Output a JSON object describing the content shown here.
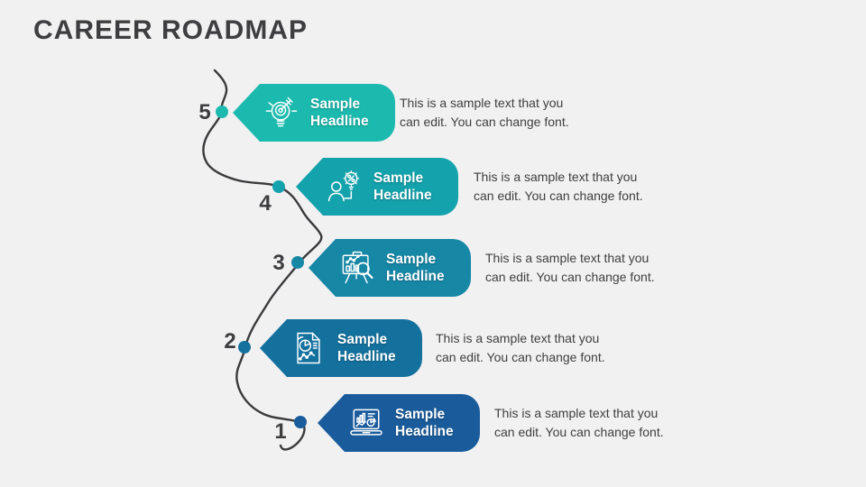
{
  "slide": {
    "title": "CAREER ROADMAP",
    "background_color": "#F1F1F2",
    "title_color": "#3E3E40",
    "curve_color": "#3A3A3C"
  },
  "steps": [
    {
      "number": "1",
      "icon": "laptop-analytics-icon",
      "color": "#1A5C9B",
      "headline": [
        "Sample",
        "Headline"
      ],
      "description": [
        "This is a sample text that you",
        "can edit. You can change font."
      ]
    },
    {
      "number": "2",
      "icon": "report-pie-chart-document-icon",
      "color": "#14719E",
      "headline": [
        "Sample",
        "Headline"
      ],
      "description": [
        "This is a sample text that you",
        "can edit. You can change font."
      ]
    },
    {
      "number": "3",
      "icon": "presentation-chart-magnifier-icon",
      "color": "#1787A6",
      "headline": [
        "Sample",
        "Headline"
      ],
      "description": [
        "This is a sample text that you",
        "can edit. You can change font."
      ]
    },
    {
      "number": "4",
      "icon": "person-idea-gear-bulb-icon",
      "color": "#14A2AC",
      "headline": [
        "Sample",
        "Headline"
      ],
      "description": [
        "This is a sample text that you",
        "can edit. You can change font."
      ]
    },
    {
      "number": "5",
      "icon": "idea-target-bulb-icon",
      "color": "#1CBAAE",
      "headline": [
        "Sample",
        "Headline"
      ],
      "description": [
        "This is a sample text that you",
        "can edit. You can change font."
      ]
    }
  ]
}
